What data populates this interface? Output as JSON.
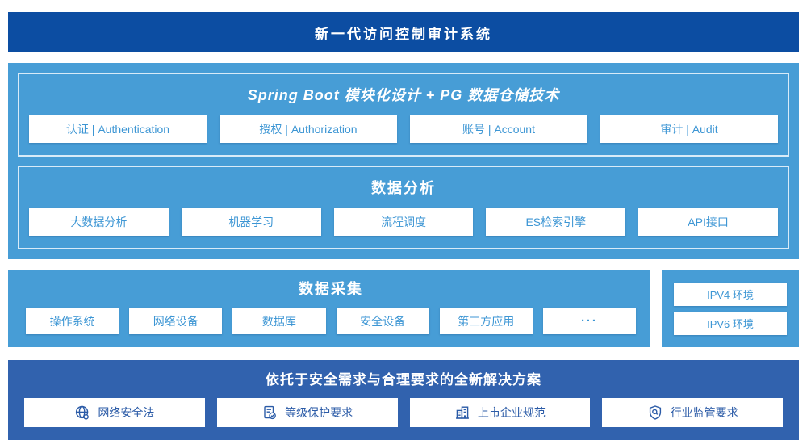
{
  "banner": {
    "title": "新一代访问控制审计系统"
  },
  "architecture": {
    "modules": {
      "title": "Spring Boot 模块化设计 + PG 数据仓储技术",
      "items": [
        "认证 | Authentication",
        "授权 | Authorization",
        "账号 | Account",
        "审计 | Audit"
      ]
    },
    "analysis": {
      "title": "数据分析",
      "items": [
        "大数据分析",
        "机器学习",
        "流程调度",
        "ES检索引擎",
        "API接口"
      ]
    }
  },
  "collection": {
    "title": "数据采集",
    "items": [
      "操作系统",
      "网络设备",
      "数据库",
      "安全设备",
      "第三方应用",
      "···"
    ]
  },
  "environments": {
    "items": [
      "IPV4 环境",
      "IPV6 环境"
    ]
  },
  "solution": {
    "title": "依托于安全需求与合理要求的全新解决方案",
    "items": [
      {
        "icon": "globe-icon",
        "label": "网络安全法"
      },
      {
        "icon": "document-check-icon",
        "label": "等级保护要求"
      },
      {
        "icon": "building-icon",
        "label": "上市企业规范"
      },
      {
        "icon": "shield-search-icon",
        "label": "行业监管要求"
      }
    ]
  },
  "colors": {
    "banner_blue": "#0c4da2",
    "panel_light_blue": "#479dd6",
    "panel_dark_blue": "#3162ae",
    "box_text_blue": "#3d96d4",
    "solution_text_blue": "#2b5ba7",
    "outline": "#d8ebf8"
  }
}
